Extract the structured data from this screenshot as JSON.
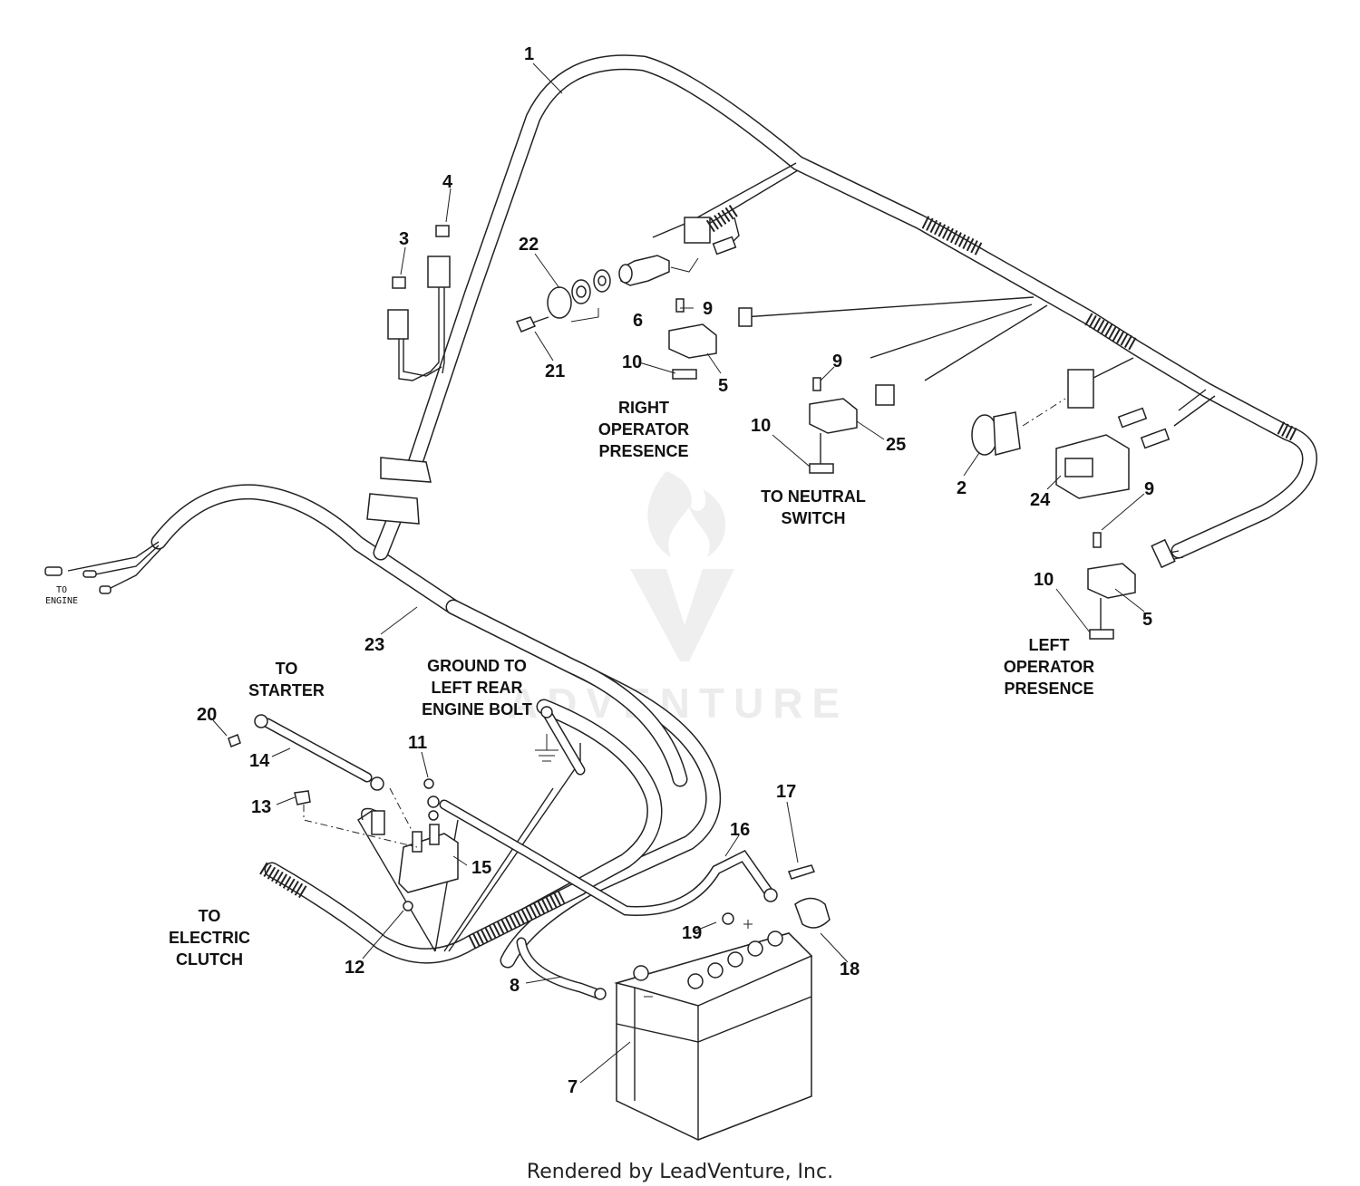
{
  "callouts": {
    "c1": "1",
    "c2": "2",
    "c3": "3",
    "c4": "4",
    "c5a": "5",
    "c5b": "5",
    "c6": "6",
    "c7": "7",
    "c8": "8",
    "c9a": "9",
    "c9b": "9",
    "c9c": "9",
    "c10a": "10",
    "c10b": "10",
    "c10c": "10",
    "c11": "11",
    "c12": "12",
    "c13": "13",
    "c14": "14",
    "c15": "15",
    "c16": "16",
    "c17": "17",
    "c18": "18",
    "c19": "19",
    "c20": "20",
    "c21": "21",
    "c22": "22",
    "c23": "23",
    "c24": "24",
    "c25": "25"
  },
  "notes": {
    "right_presence": [
      "RIGHT",
      "OPERATOR",
      "PRESENCE"
    ],
    "neutral": [
      "TO NEUTRAL",
      "SWITCH"
    ],
    "left_presence": [
      "LEFT",
      "OPERATOR",
      "PRESENCE"
    ],
    "engine": [
      "TO",
      "ENGINE"
    ],
    "starter": [
      "TO",
      "STARTER"
    ],
    "ground": [
      "GROUND TO",
      "LEFT REAR",
      "ENGINE BOLT"
    ],
    "clutch": [
      "TO",
      "ELECTRIC",
      "CLUTCH"
    ]
  },
  "watermark": "ADVENTURE",
  "footer": "Rendered by LeadVenture, Inc."
}
